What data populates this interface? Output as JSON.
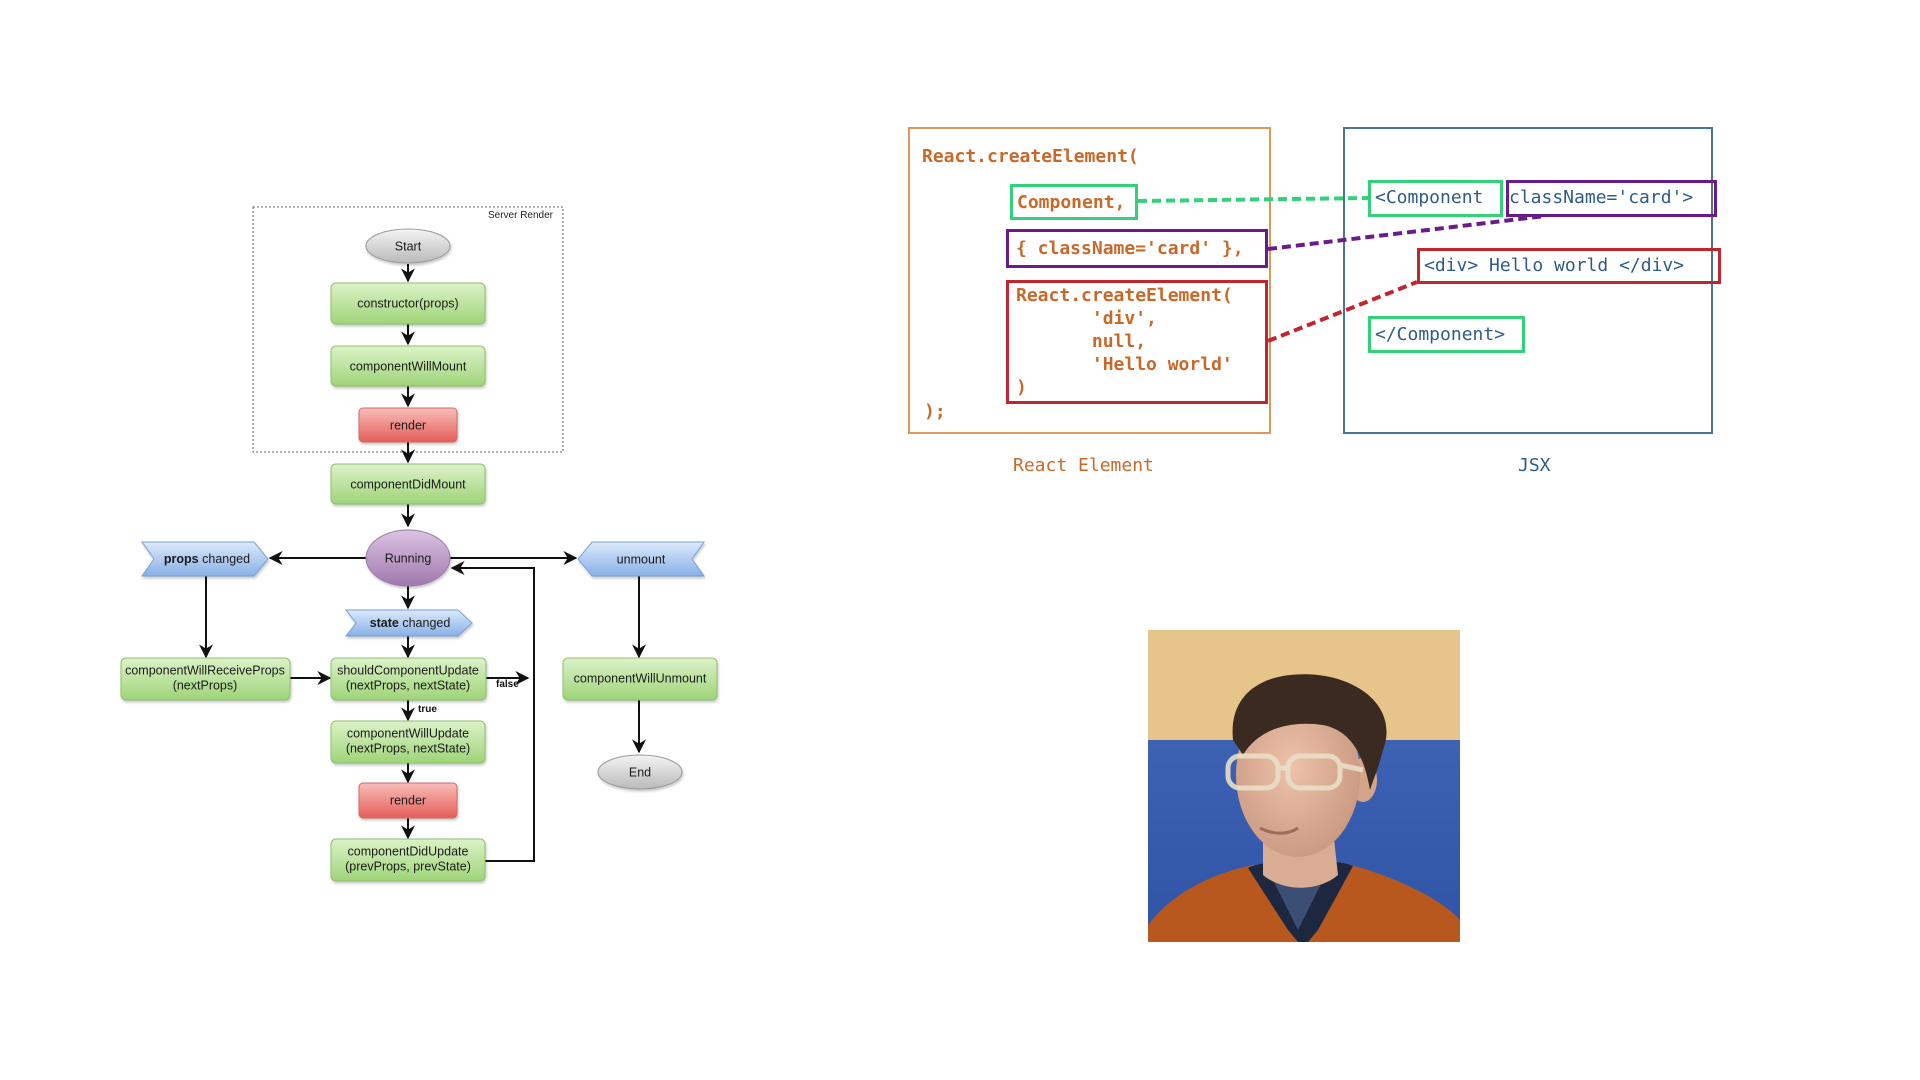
{
  "flowchart": {
    "server_render_label": "Server Render",
    "nodes": {
      "start": "Start",
      "constructor": "constructor(props)",
      "will_mount": "componentWillMount",
      "render1": "render",
      "did_mount": "componentDidMount",
      "running": "Running",
      "props_changed_bold": "props",
      "props_changed_rest": " changed",
      "state_changed_bold": "state",
      "state_changed_rest": " changed",
      "unmount": "unmount",
      "will_receive_props_1": "componentWillReceiveProps",
      "will_receive_props_2": "(nextProps)",
      "should_update_1": "shouldComponentUpdate",
      "should_update_2": "(nextProps, nextState)",
      "will_unmount": "componentWillUnmount",
      "will_update_1": "componentWillUpdate",
      "will_update_2": "(nextProps, nextState)",
      "render2": "render",
      "did_update_1": "componentDidUpdate",
      "did_update_2": "(prevProps, prevState)",
      "end": "End"
    },
    "edge_labels": {
      "false": "false",
      "true": "true"
    },
    "colors": {
      "green_top": "#D8F0C2",
      "green_bottom": "#9FD67A",
      "red_top": "#F6B3B0",
      "red_bottom": "#E6605C",
      "blue_top": "#D6E6FA",
      "blue_bottom": "#8DB4E8",
      "purple_top": "#D9BEDF",
      "purple_bottom": "#A27CB0",
      "grey_top": "#F2F2F2",
      "grey_bottom": "#BDBDBD"
    }
  },
  "react_element": {
    "caption": "React Element",
    "line_open": "React.createElement(",
    "arg_component": "Component,",
    "arg_props": "{ className='card' },",
    "child_lines": [
      "React.createElement(",
      "       'div',",
      "       null,",
      "       'Hello world'",
      ")"
    ],
    "line_close": ");"
  },
  "jsx": {
    "caption": "JSX",
    "open_tag": "<Component",
    "open_attr": "className='card'>",
    "child": "<div> Hello world </div>",
    "close_tag": "</Component>"
  },
  "colors": {
    "orange": "#C8692A",
    "orange_border": "#D99A5B",
    "navy": "#2E5C85",
    "jsx_border": "#4A7396",
    "green": "#33D17A",
    "purple": "#6A1B8A",
    "red": "#C0262D"
  },
  "photo": {
    "alt": "speaker-portrait"
  }
}
